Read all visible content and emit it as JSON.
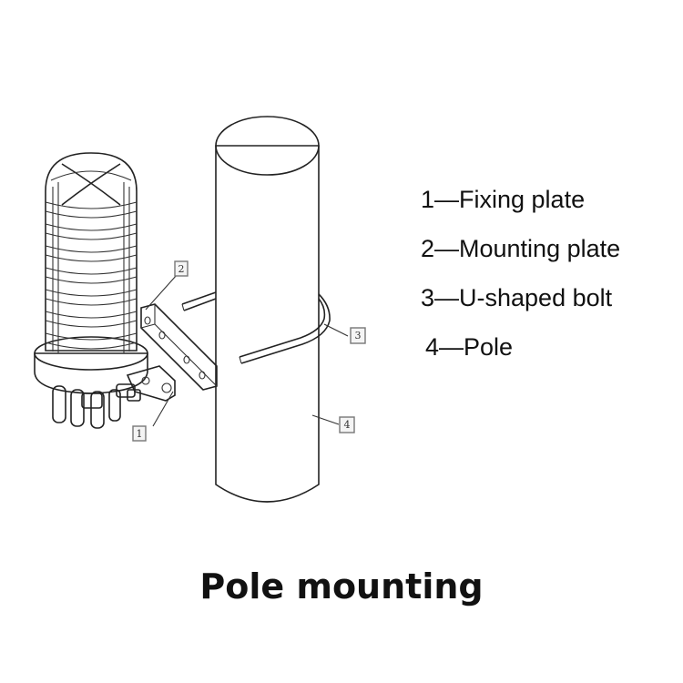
{
  "legend": {
    "items": [
      {
        "label": "1—Fixing plate"
      },
      {
        "label": "2—Mounting plate"
      },
      {
        "label": "3—U-shaped bolt"
      },
      {
        "label": "4—Pole"
      }
    ]
  },
  "callouts": [
    "1",
    "2",
    "3",
    "4"
  ],
  "caption": "Pole mounting"
}
